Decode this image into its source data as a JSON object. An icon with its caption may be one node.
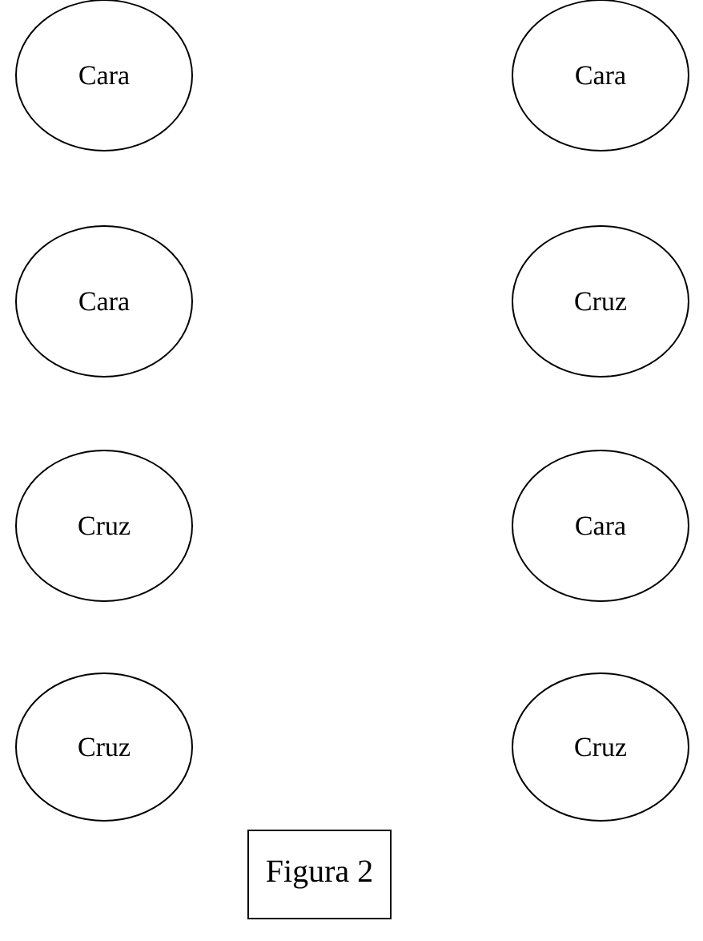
{
  "diagram": {
    "nodes": [
      {
        "text": [
          "Cara"
        ]
      },
      {
        "text": [
          "Cara"
        ]
      },
      {
        "text": [
          "Cara"
        ]
      },
      {
        "text": [
          "Cruz"
        ]
      },
      {
        "text": [
          "Cruz"
        ]
      },
      {
        "text": [
          "Cara"
        ]
      },
      {
        "text": [
          "Cruz"
        ]
      },
      {
        "text": [
          "Cruz"
        ]
      },
      {
        "text": [
          "Figura 2"
        ]
      }
    ]
  }
}
